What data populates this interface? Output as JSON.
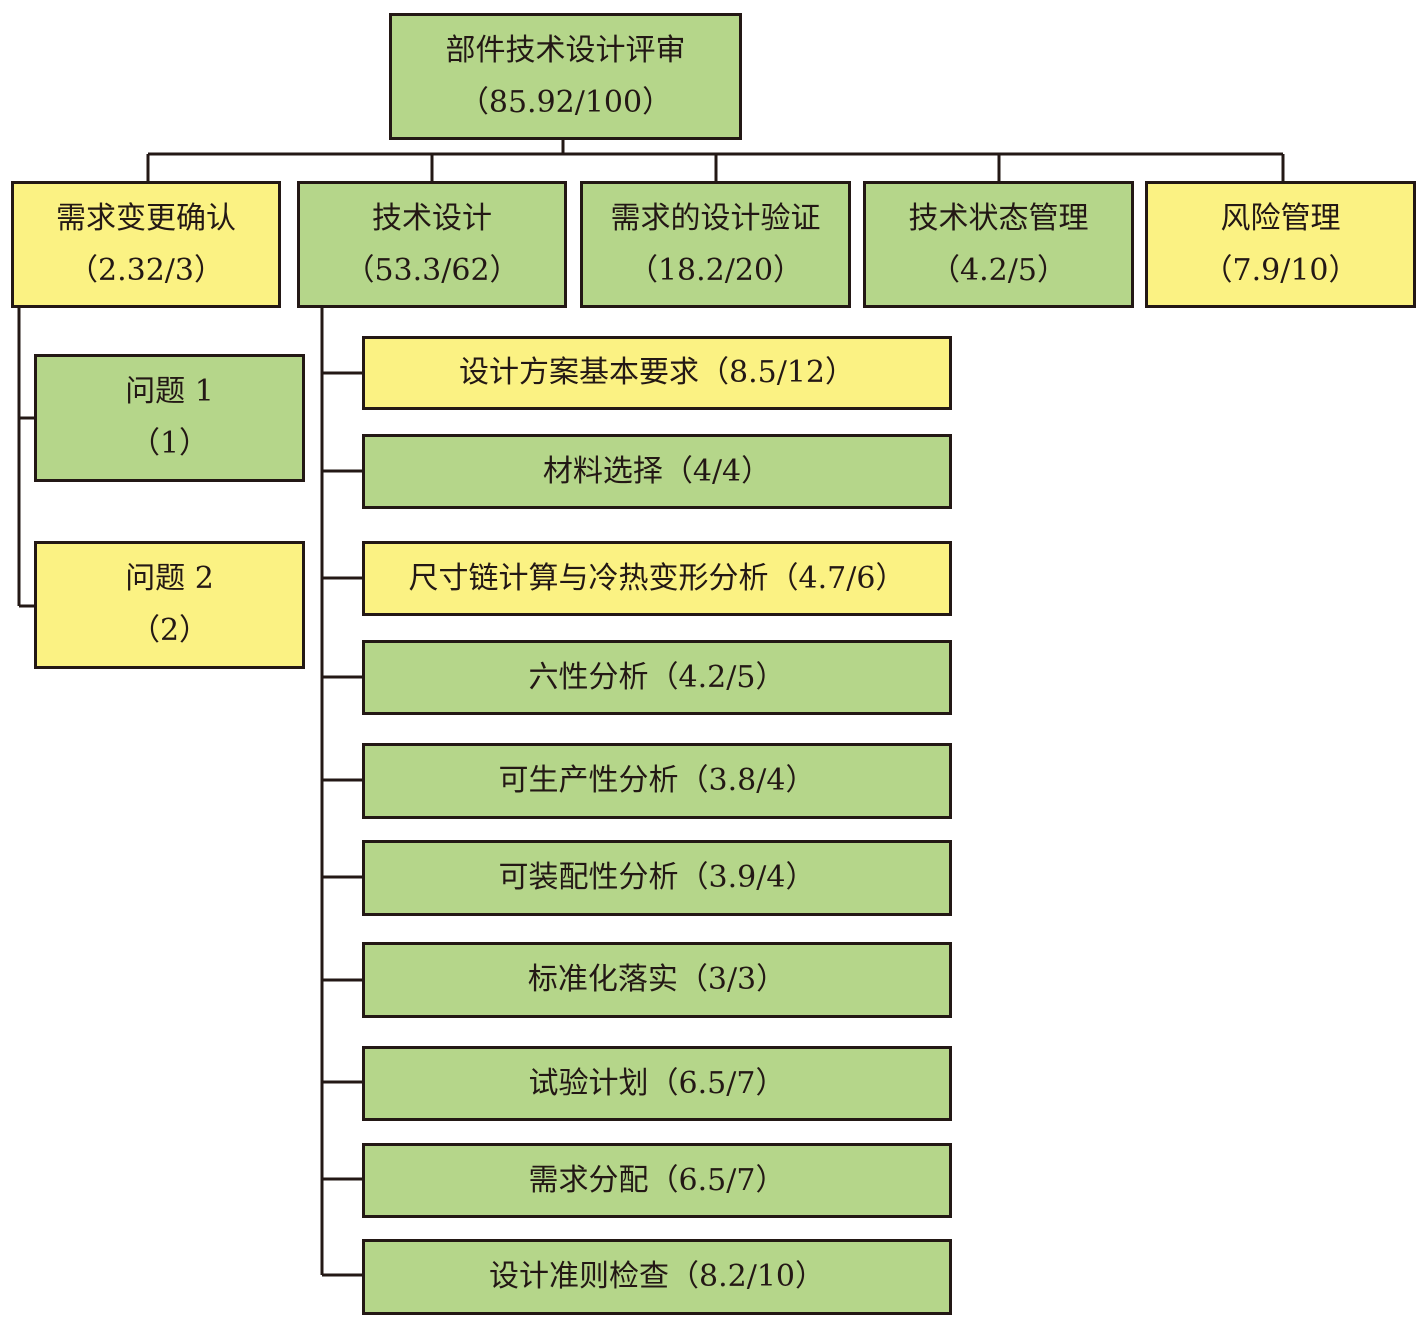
{
  "root": {
    "title": "部件技术设计评审",
    "score": "（85.92/100）"
  },
  "categories": [
    {
      "title": "需求变更确认",
      "score": "（2.32/3）",
      "color": "yellow"
    },
    {
      "title": "技术设计",
      "score": "（53.3/62）",
      "color": "green"
    },
    {
      "title": "需求的设计验证",
      "score": "（18.2/20）",
      "color": "green"
    },
    {
      "title": "技术状态管理",
      "score": "（4.2/5）",
      "color": "green"
    },
    {
      "title": "风险管理",
      "score": "（7.9/10）",
      "color": "yellow"
    }
  ],
  "issues": [
    {
      "title": "问题 1",
      "score": "（1）",
      "color": "green"
    },
    {
      "title": "问题 2",
      "score": "（2）",
      "color": "yellow"
    }
  ],
  "design_items": [
    {
      "label": "设计方案基本要求（8.5/12）",
      "color": "yellow"
    },
    {
      "label": "材料选择（4/4）",
      "color": "green"
    },
    {
      "label": "尺寸链计算与冷热变形分析（4.7/6）",
      "color": "yellow"
    },
    {
      "label": "六性分析（4.2/5）",
      "color": "green"
    },
    {
      "label": "可生产性分析（3.8/4）",
      "color": "green"
    },
    {
      "label": "可装配性分析（3.9/4）",
      "color": "green"
    },
    {
      "label": "标准化落实（3/3）",
      "color": "green"
    },
    {
      "label": "试验计划（6.5/7）",
      "color": "green"
    },
    {
      "label": "需求分配（6.5/7）",
      "color": "green"
    },
    {
      "label": "设计准则检查（8.2/10）",
      "color": "green"
    }
  ],
  "colors": {
    "green": "#b5d68a",
    "yellow": "#fbf283",
    "line": "#231815"
  }
}
